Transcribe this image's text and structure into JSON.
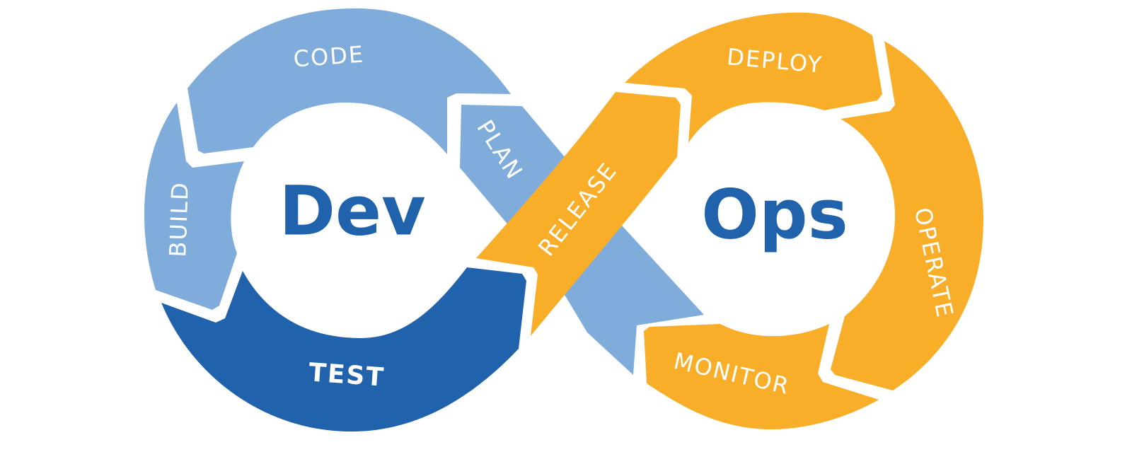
{
  "colors": {
    "light_blue": "#80acdc",
    "dark_blue": "#2162ad",
    "orange": "#f9ae2a",
    "text_blue": "#2162ad",
    "background": "#ffffff"
  },
  "center_words": {
    "dev": "Dev",
    "ops": "Ops"
  },
  "stages": {
    "code": "CODE",
    "plan": "PLAN",
    "build": "BUILD",
    "test": "TEST",
    "release": "RELEASE",
    "deploy": "DEPLOY",
    "operate": "OPERATE",
    "monitor": "MONITOR"
  }
}
